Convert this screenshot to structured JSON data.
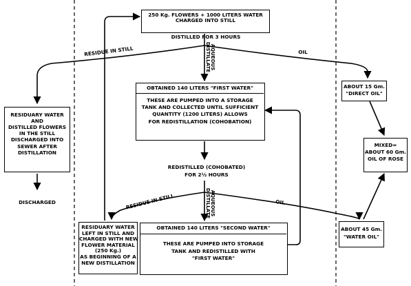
{
  "boxes": {
    "charge": [
      "250 Kg. FLOWERS + 1000 LITERS WATER",
      "CHARGED INTO STILL"
    ],
    "first_water_title": "OBTAINED 140 LITERS \"FIRST WATER\"",
    "first_water_body": [
      "THESE ARE PUMPED INTO A STORAGE",
      "TANK AND COLLECTED UNTIL SUFFICIENT",
      "QUANTITY (1200 LITERS) ALLOWS",
      "FOR REDISTILLATION (COHOBATION)"
    ],
    "residuary_first": [
      "RESIDUARY WATER",
      "AND",
      "DISTILLED FLOWERS",
      "IN THE STILL",
      "DISCHARGED INTO",
      "SEWER AFTER",
      "DISTILLATION"
    ],
    "direct_oil": [
      "ABOUT 15 Gm.",
      "\"DIRECT OIL\""
    ],
    "mixed": [
      "MIXED=",
      "ABOUT 60 Gm.",
      "OIL OF ROSE"
    ],
    "water_oil": [
      "ABOUT 45 Gm.",
      "\"WATER OIL\""
    ],
    "residuary_second": [
      "RESIDUARY WATER",
      "LEFT IN STILL AND",
      "CHARGED WITH NEW",
      "FLOWER MATERIAL",
      "(250 Kg.)",
      "AS BEGINNING OF A",
      "NEW DISTILLATION"
    ],
    "second_water_title": "OBTAINED 140 LITERS \"SECOND WATER\"",
    "second_water_body": [
      "THESE ARE PUMPED INTO STORAGE",
      "TANK AND REDISTILLED WITH",
      "\"FIRST WATER\""
    ]
  },
  "labels": {
    "distilled_3h": "DISTILLED FOR 3 HOURS",
    "residue_in_still_1": "RESIDUE IN STILL",
    "oil_1": "OIL",
    "aqueous_distillate_1": [
      "AQUEOUS",
      "DISTILLATE"
    ],
    "redistilled": [
      "REDISTILLED (COHOBATED)",
      "FOR 2½ HOURS"
    ],
    "residue_in_still_2": "RESIDUE IN STILL",
    "oil_2": "OIL",
    "aqueous_distillate_2": [
      "AQUEOUS",
      "DISTILLATE"
    ],
    "discharged": "DISCHARGED"
  }
}
